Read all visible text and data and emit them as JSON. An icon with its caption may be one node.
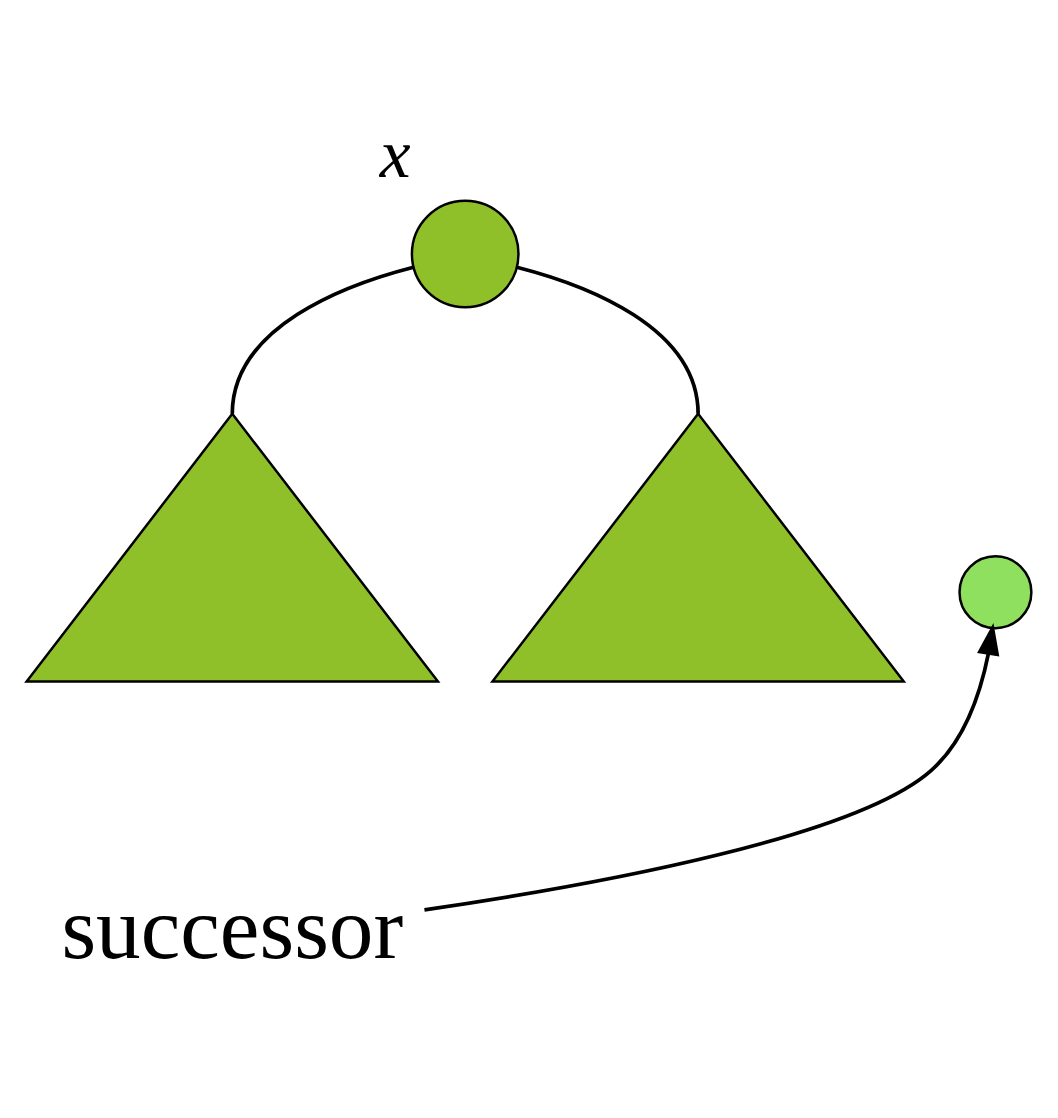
{
  "diagram": {
    "nodes": [
      {
        "text": [],
        "shape": "circle",
        "beside": [
          "x"
        ]
      },
      {
        "text": [],
        "shape": "triangle"
      },
      {
        "text": [],
        "shape": "triangle"
      },
      {
        "text": [],
        "shape": "circle"
      },
      {
        "text": [
          "successor"
        ]
      }
    ],
    "edges": [
      {
        "from": 0,
        "to": 1,
        "arrow": "none"
      },
      {
        "from": 0,
        "to": 2,
        "arrow": "none"
      },
      {
        "from": 4,
        "to": 3,
        "arrow": "to"
      }
    ]
  }
}
